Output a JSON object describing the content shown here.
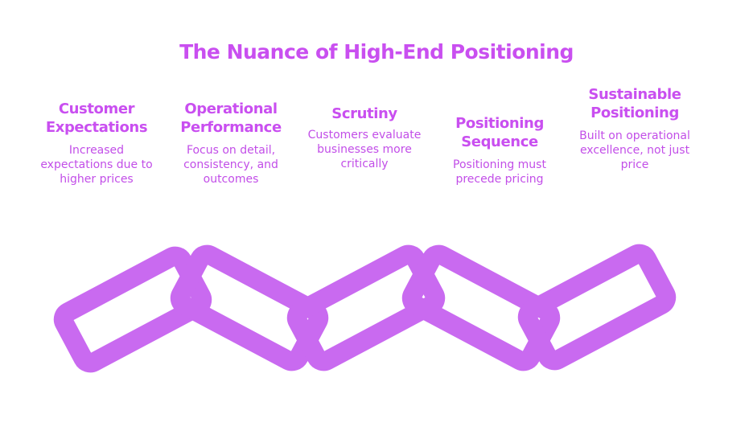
{
  "title": "The Nuance of High-End Positioning",
  "colors": {
    "heading": "#c94ff0",
    "body": "#c24ee8",
    "link_fill": "#c96af0",
    "link_stroke": "#c055ec"
  },
  "items": [
    {
      "heading": "Customer Expectations",
      "description": "Increased expectations due to higher prices"
    },
    {
      "heading": "Operational Performance",
      "description": "Focus on detail, consistency, and outcomes"
    },
    {
      "heading": "Scrutiny",
      "description": "Customers evaluate businesses more critically"
    },
    {
      "heading": "Positioning Sequence",
      "description": "Positioning must precede pricing"
    },
    {
      "heading": "Sustainable Positioning",
      "description": "Built on operational excellence, not just price"
    }
  ]
}
